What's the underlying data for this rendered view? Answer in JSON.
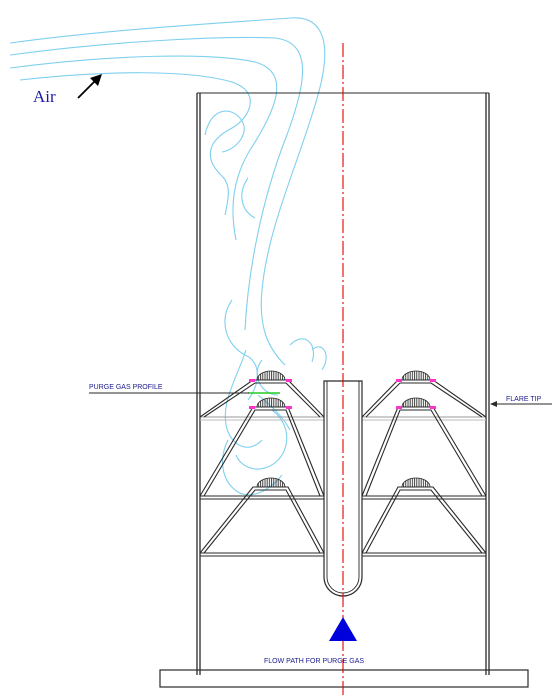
{
  "labels": {
    "air": "Air",
    "purge_gas_profile": "PURGE GAS PROFILE",
    "flare_tip": "FLARE TIP",
    "flow_path": "FLOW PATH FOR PURGE GAS"
  },
  "colors": {
    "outline": "#2a2a2a",
    "centerline": "#e00000",
    "airflow": "#7fd0ee",
    "arrow_fill": "#0000dd",
    "purge_profile": "#22cc22",
    "seal_marks": "#ff33cc",
    "label_text": "#1a1a8c"
  },
  "icons": {
    "air_arrow": "arrow-up-right-icon",
    "flow_arrow": "triangle-up-icon",
    "label_arrow": "arrow-left-icon"
  }
}
